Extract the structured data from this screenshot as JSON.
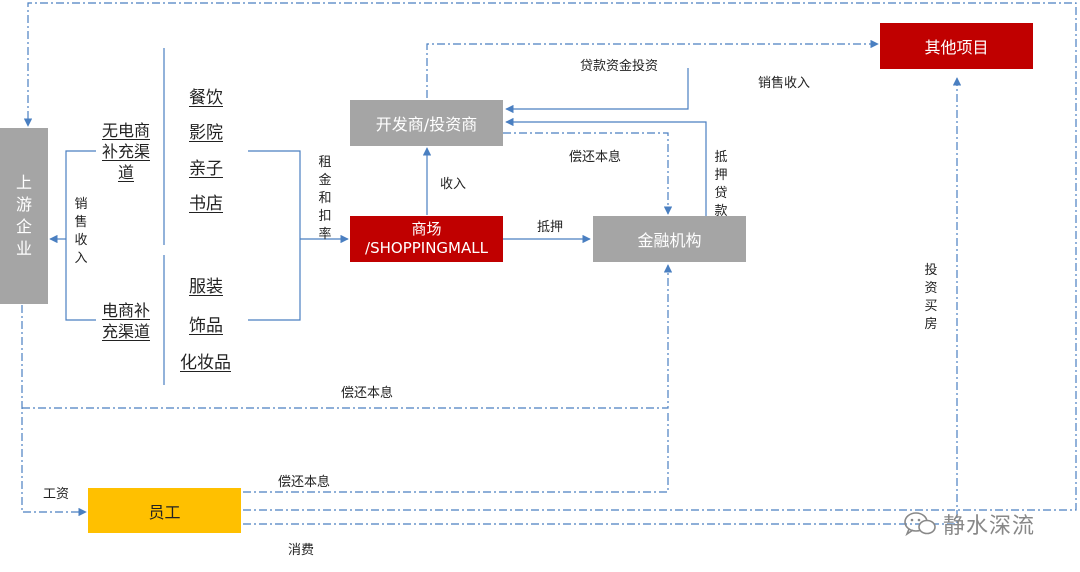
{
  "nodes": {
    "upstream": "上游企业",
    "developer": "开发商/投资商",
    "other_projects": "其他项目",
    "mall_line1": "商场",
    "mall_line2": "/SHOPPINGMALL",
    "finance": "金融机构",
    "staff": "员工"
  },
  "channels": {
    "non_ecommerce": "无电商补充渠道",
    "ecommerce": "电商补充渠道"
  },
  "categories": [
    "餐饮",
    "影院",
    "亲子",
    "书店",
    "服装",
    "饰品",
    "化妆品"
  ],
  "labels": {
    "sales_revenue_vertical": "销售收入",
    "rent_deduction": "租金和扣率",
    "loan_investment": "贷款资金投资",
    "sales_revenue": "销售收入",
    "repay_principal_interest_1": "偿还本息",
    "income": "收入",
    "mortgage": "抵押",
    "mortgage_loan": "抵押贷款",
    "invest_buy_house": "投资买房",
    "repay_principal_interest_2": "偿还本息",
    "repay_principal_interest_3": "偿还本息",
    "wage": "工资",
    "consumption": "消费"
  },
  "watermark": "静水深流",
  "colors": {
    "line": "#4a7fc1",
    "red": "#c00000",
    "gray": "#a5a5a5",
    "yellow": "#ffc000"
  }
}
